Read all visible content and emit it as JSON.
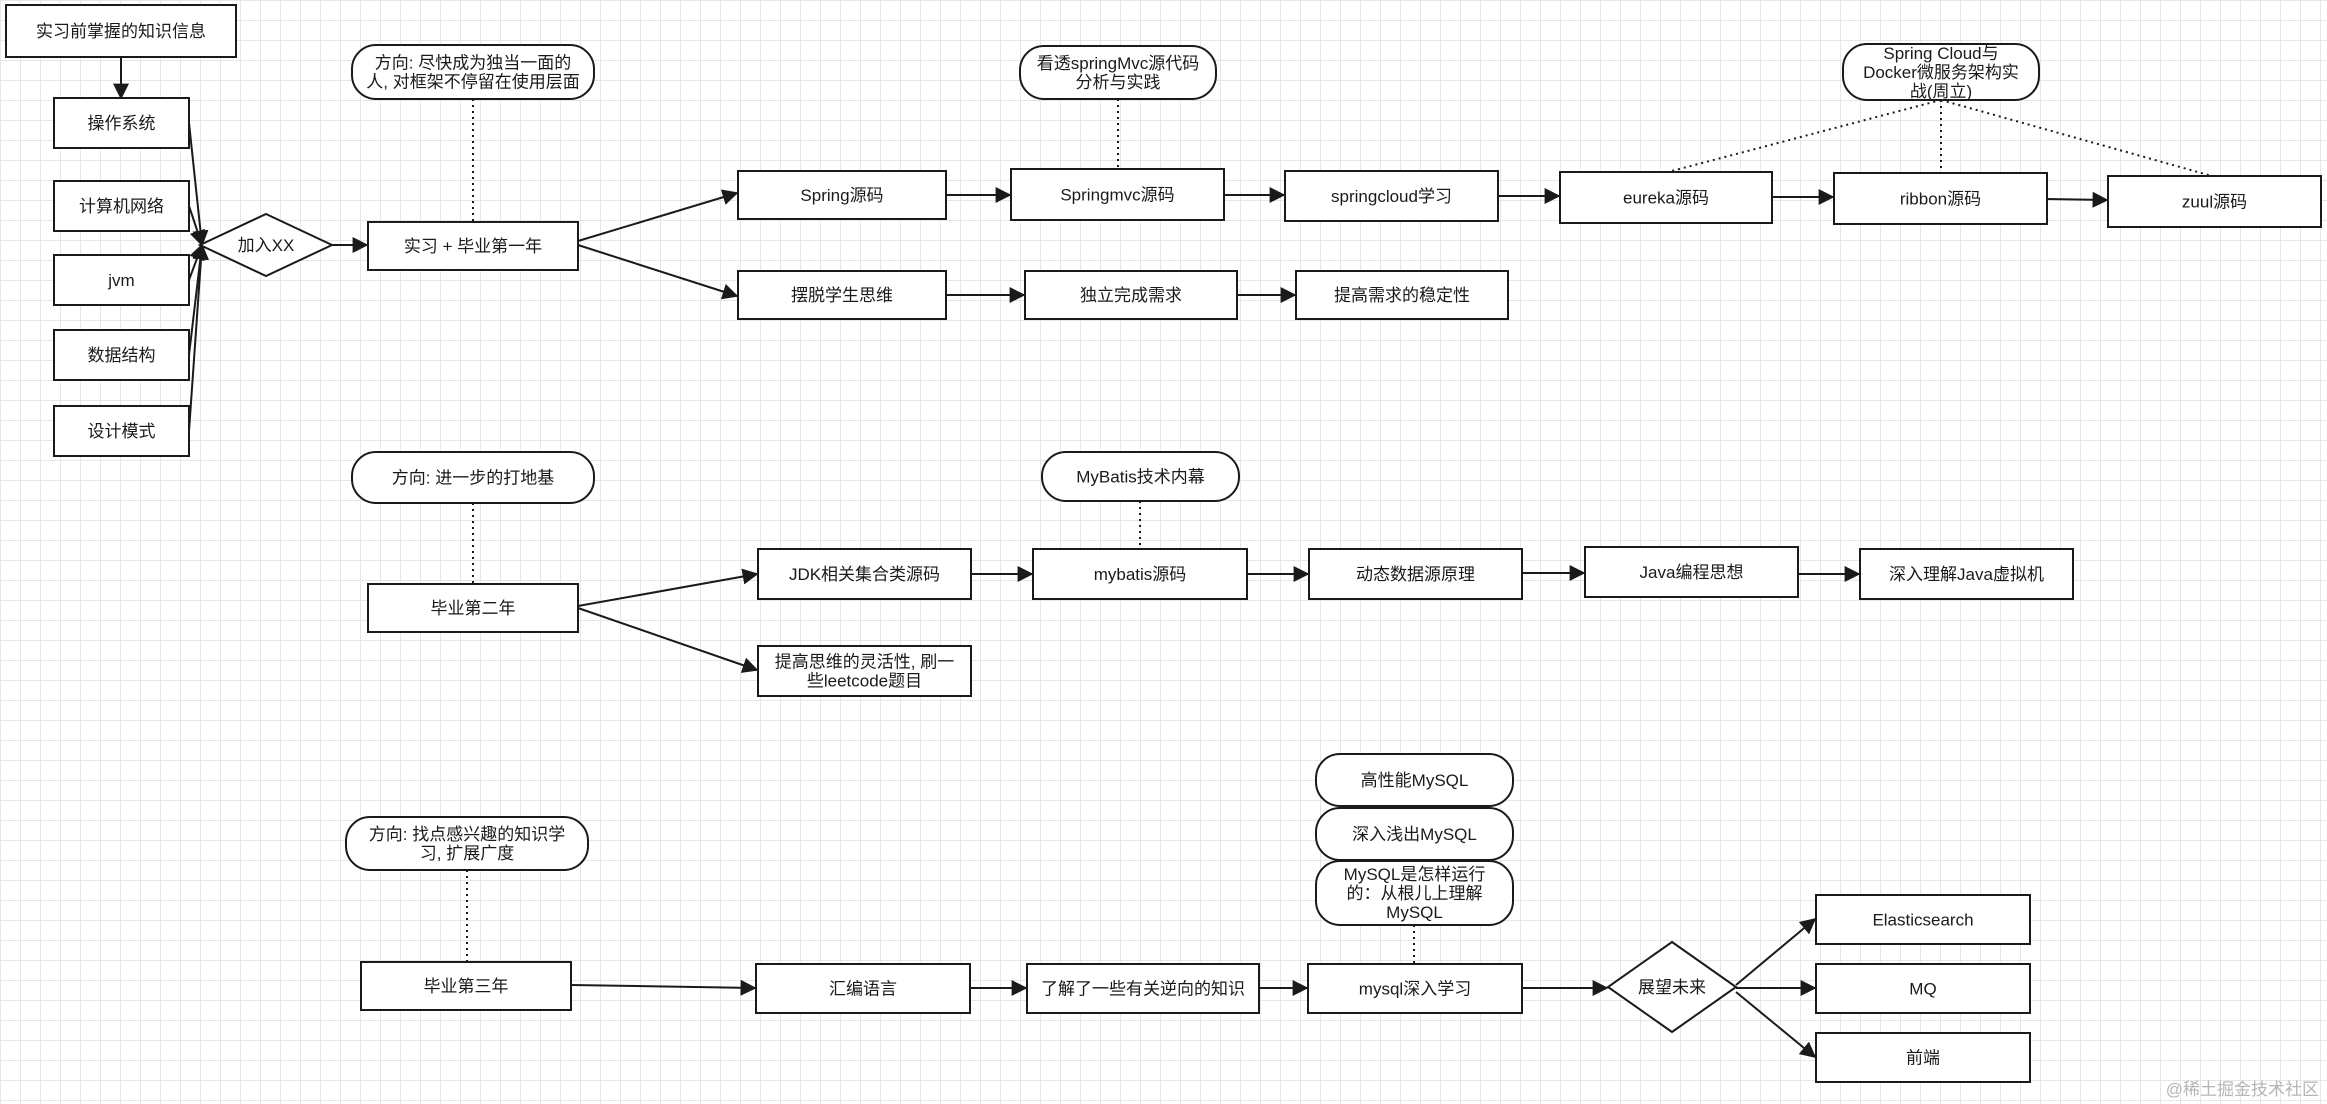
{
  "nodes": {
    "prior_knowledge": "实习前掌握的知识信息",
    "os": "操作系统",
    "network": "计算机网络",
    "jvm": "jvm",
    "data_structures": "数据结构",
    "design_patterns": "设计模式",
    "join": "加入XX",
    "year1": "实习 + 毕业第一年",
    "year1_direction": [
      "方向: 尽快成为独当一面的",
      "人, 对框架不停留在使用层面"
    ],
    "spring_source": "Spring源码",
    "springmvc_book": [
      "看透springMvc源代码",
      "分析与实践"
    ],
    "springmvc_source": "Springmvc源码",
    "springcloud_study": "springcloud学习",
    "springcloud_book": [
      "Spring Cloud与",
      "Docker微服务架构实",
      "战(周立)"
    ],
    "eureka": "eureka源码",
    "ribbon": "ribbon源码",
    "zuul": "zuul源码",
    "student_mindset": "摆脱学生思维",
    "independent": "独立完成需求",
    "stability": "提高需求的稳定性",
    "year2": "毕业第二年",
    "year2_direction": "方向: 进一步的打地基",
    "jdk_collections": "JDK相关集合类源码",
    "mybatis_book": "MyBatis技术内幕",
    "mybatis_source": "mybatis源码",
    "dynamic_datasource": "动态数据源原理",
    "java_thinking": "Java编程思想",
    "jvm_deep": "深入理解Java虚拟机",
    "leetcode": [
      "提高思维的灵活性, 刷一",
      "些leetcode题目"
    ],
    "year3": "毕业第三年",
    "year3_direction": [
      "方向: 找点感兴趣的知识学",
      "习, 扩展广度"
    ],
    "assembly": "汇编语言",
    "reverse": "了解了一些有关逆向的知识",
    "mysql_study": "mysql深入学习",
    "high_perf_mysql": "高性能MySQL",
    "mysql_deep": "深入浅出MySQL",
    "mysql_how": [
      "MySQL是怎样运行",
      "的：从根儿上理解",
      "MySQL"
    ],
    "future": "展望未来",
    "elasticsearch": "Elasticsearch",
    "mq": "MQ",
    "frontend": "前端"
  },
  "edges": [
    [
      "prior_knowledge",
      "os"
    ],
    [
      "os",
      "join"
    ],
    [
      "network",
      "join"
    ],
    [
      "jvm",
      "join"
    ],
    [
      "data_structures",
      "join"
    ],
    [
      "design_patterns",
      "join"
    ],
    [
      "join",
      "year1"
    ],
    [
      "year1",
      "spring_source"
    ],
    [
      "year1",
      "student_mindset"
    ],
    [
      "spring_source",
      "springmvc_source"
    ],
    [
      "springmvc_source",
      "springcloud_study"
    ],
    [
      "springcloud_study",
      "eureka"
    ],
    [
      "eureka",
      "ribbon"
    ],
    [
      "ribbon",
      "zuul"
    ],
    [
      "student_mindset",
      "independent"
    ],
    [
      "independent",
      "stability"
    ],
    [
      "year2",
      "jdk_collections"
    ],
    [
      "year2",
      "leetcode"
    ],
    [
      "jdk_collections",
      "mybatis_source"
    ],
    [
      "mybatis_source",
      "dynamic_datasource"
    ],
    [
      "dynamic_datasource",
      "java_thinking"
    ],
    [
      "java_thinking",
      "jvm_deep"
    ],
    [
      "year3",
      "assembly"
    ],
    [
      "assembly",
      "reverse"
    ],
    [
      "reverse",
      "mysql_study"
    ],
    [
      "mysql_study",
      "future"
    ],
    [
      "future",
      "elasticsearch"
    ],
    [
      "future",
      "mq"
    ],
    [
      "future",
      "frontend"
    ]
  ],
  "dotted_links": [
    [
      "year1_direction",
      "year1"
    ],
    [
      "springmvc_book",
      "springmvc_source"
    ],
    [
      "springcloud_book",
      "eureka"
    ],
    [
      "springcloud_book",
      "ribbon"
    ],
    [
      "springcloud_book",
      "zuul"
    ],
    [
      "year2_direction",
      "year2"
    ],
    [
      "mybatis_book",
      "mybatis_source"
    ],
    [
      "year3_direction",
      "year3"
    ],
    [
      "mysql_how",
      "mysql_study"
    ]
  ],
  "watermark": "@稀土掘金技术社区"
}
